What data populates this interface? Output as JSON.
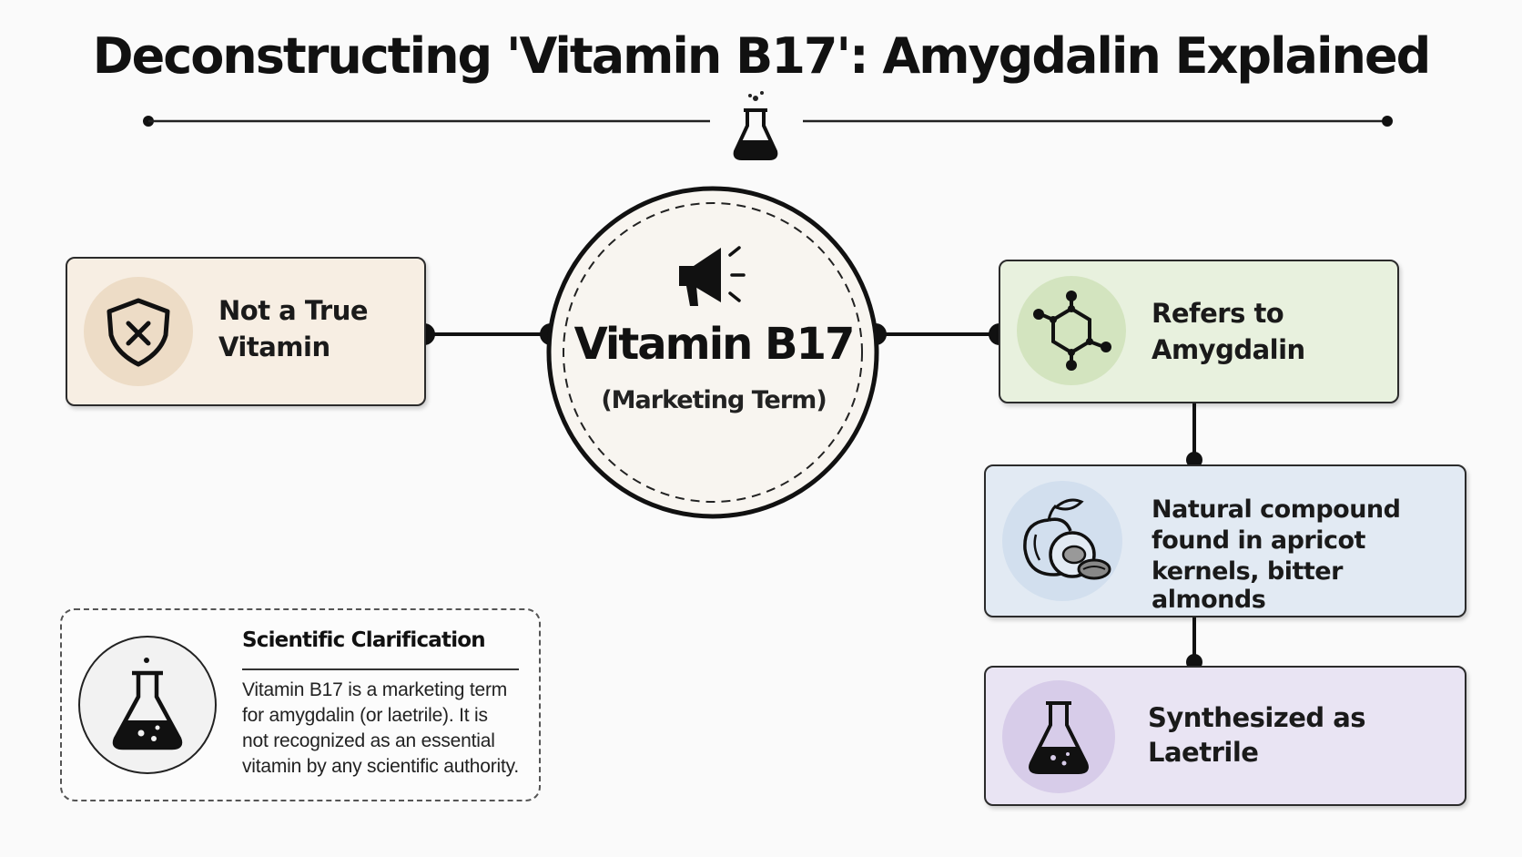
{
  "title": "Deconstructing 'Vitamin B17': Amygdalin Explained",
  "center": {
    "label": "Vitamin B17",
    "sublabel": "(Marketing Term)",
    "icon": "megaphone-icon"
  },
  "left_card": {
    "line1": "Not a True",
    "line2": "Vitamin",
    "icon": "shield-x-icon",
    "color": "#f7eee3"
  },
  "right_cards": [
    {
      "line1": "Refers to",
      "line2": "Amygdalin",
      "icon": "molecule-icon",
      "color": "#e8f1de"
    },
    {
      "line1": "Natural compound",
      "line2": "found in apricot",
      "line3": "kernels, bitter almonds",
      "icon": "apricot-icon",
      "color": "#e2eaf3"
    },
    {
      "line1": "Synthesized as",
      "line2": "Laetrile",
      "icon": "flask-icon",
      "color": "#e9e4f3"
    }
  ],
  "clarification": {
    "title": "Scientific Clarification",
    "body_lines": [
      "Vitamin B17 is a marketing term",
      "for amygdalin (or laetrile). It is",
      "not recognized as an essential",
      "vitamin by any scientific authority."
    ],
    "icon": "flask-icon"
  }
}
